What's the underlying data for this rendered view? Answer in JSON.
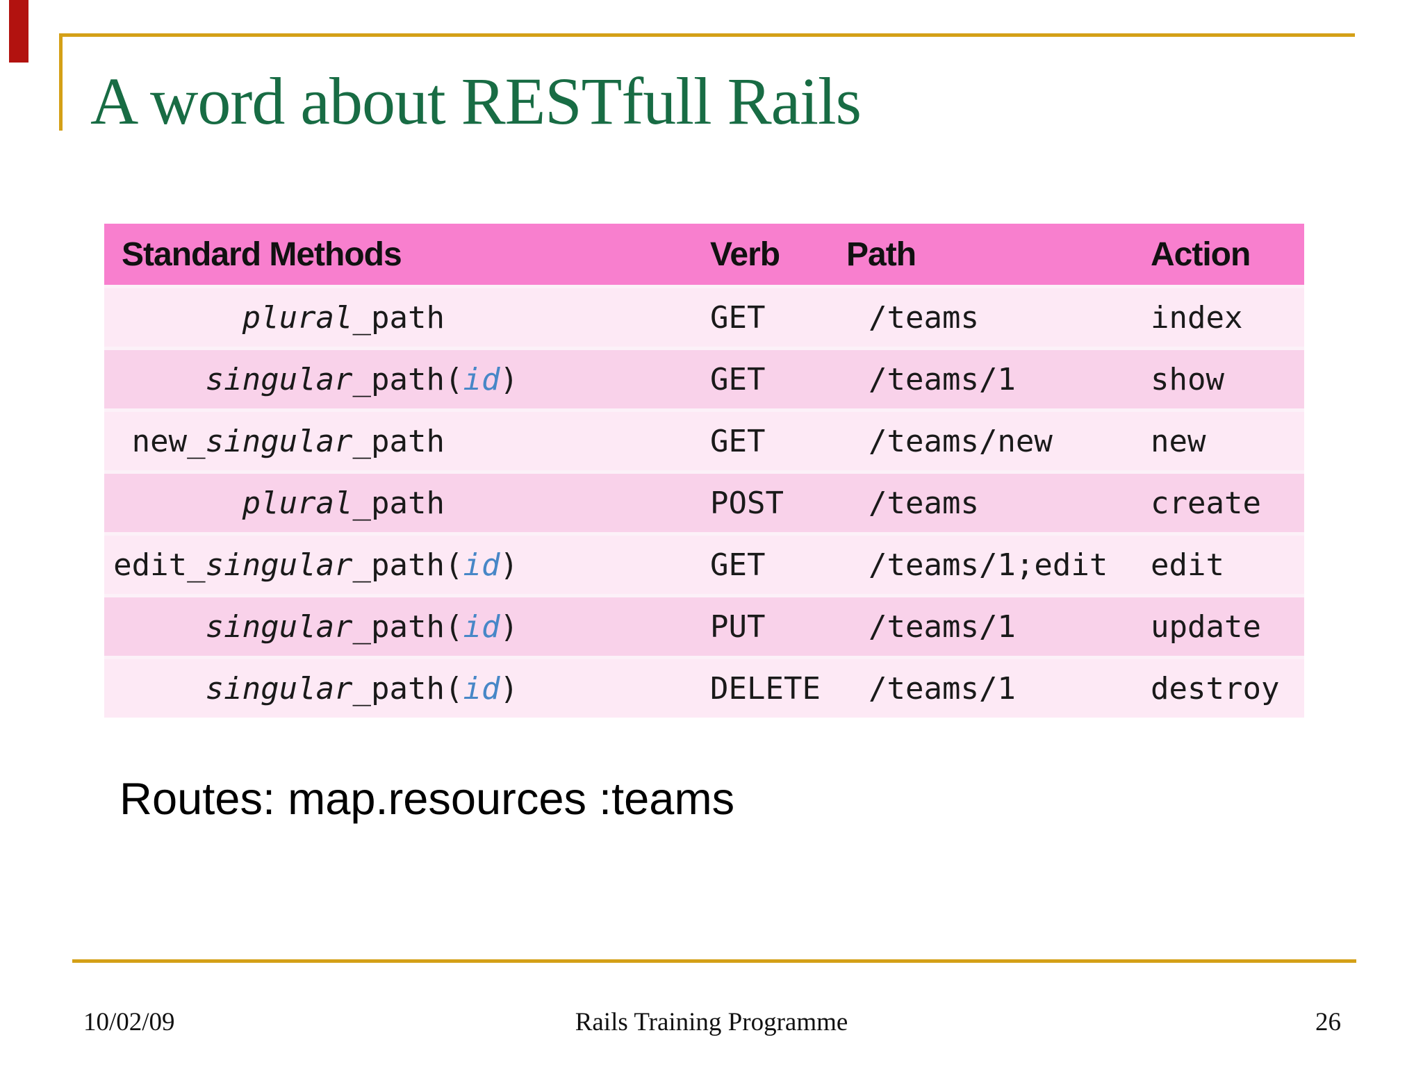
{
  "colors": {
    "accent_red": "#B2120F",
    "rule_gold": "#D4A017",
    "title_green": "#186C44",
    "header_pink": "#F87FCE",
    "row_light": "#FDE9F5",
    "row_dark": "#F9D2EA",
    "table_gap": "#FCF1F8",
    "id_blue": "#4787C7",
    "text_dark": "#1A1A1A"
  },
  "title": "A word about RESTfull Rails",
  "routes_caption": "Routes: map.resources :teams",
  "footer": {
    "date": "10/02/09",
    "center": "Rails Training Programme",
    "page_number": "26"
  },
  "table": {
    "headers": [
      {
        "label": "Standard Methods",
        "key": "methods"
      },
      {
        "label": "Verb",
        "key": "verb"
      },
      {
        "label": "Path",
        "key": "path"
      },
      {
        "label": "Action",
        "key": "action"
      }
    ],
    "id_paren": [
      {
        "text": "(",
        "italic": false,
        "blue": false
      },
      {
        "text": "id",
        "italic": true,
        "blue": true
      },
      {
        "text": ")",
        "italic": false,
        "blue": false
      }
    ],
    "rows": [
      {
        "method": [
          {
            "text": "plural",
            "italic": true
          },
          {
            "text": "_path",
            "italic": false
          }
        ],
        "has_id": false,
        "verb": "GET",
        "path": "/teams",
        "action": "index"
      },
      {
        "method": [
          {
            "text": "singular",
            "italic": true
          },
          {
            "text": "_path",
            "italic": false
          }
        ],
        "has_id": true,
        "verb": "GET",
        "path": "/teams/1",
        "action": "show"
      },
      {
        "method": [
          {
            "text": "new_",
            "italic": false
          },
          {
            "text": "singular",
            "italic": true
          },
          {
            "text": "_path",
            "italic": false
          }
        ],
        "has_id": false,
        "verb": "GET",
        "path": "/teams/new",
        "action": "new"
      },
      {
        "method": [
          {
            "text": "plural",
            "italic": true
          },
          {
            "text": "_path",
            "italic": false
          }
        ],
        "has_id": false,
        "verb": "POST",
        "path": "/teams",
        "action": "create"
      },
      {
        "method": [
          {
            "text": "edit_",
            "italic": false
          },
          {
            "text": "singular",
            "italic": true
          },
          {
            "text": "_path",
            "italic": false
          }
        ],
        "has_id": true,
        "verb": "GET",
        "path": "/teams/1;edit",
        "action": "edit"
      },
      {
        "method": [
          {
            "text": "singular",
            "italic": true
          },
          {
            "text": "_path",
            "italic": false
          }
        ],
        "has_id": true,
        "verb": "PUT",
        "path": "/teams/1",
        "action": "update"
      },
      {
        "method": [
          {
            "text": "singular",
            "italic": true
          },
          {
            "text": "_path",
            "italic": false
          }
        ],
        "has_id": true,
        "verb": "DELETE",
        "path": "/teams/1",
        "action": "destroy"
      }
    ]
  }
}
